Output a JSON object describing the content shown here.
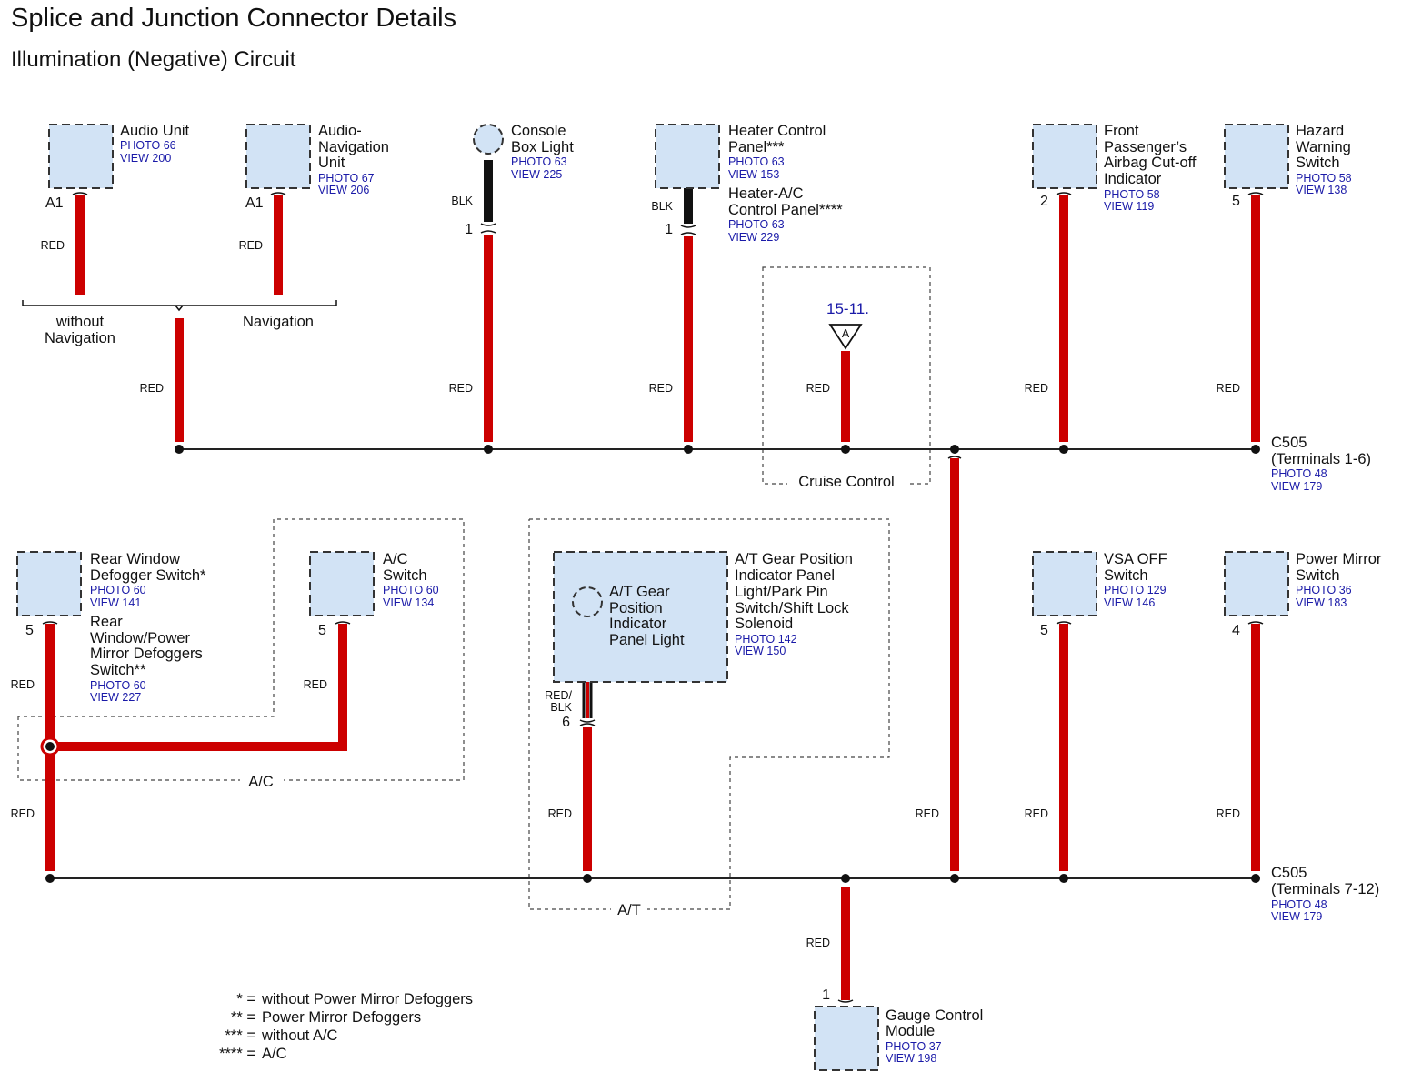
{
  "title": "Splice and Junction Connector Details",
  "subtitle": "Illumination (Negative) Circuit",
  "wire_labels": {
    "red": "RED",
    "blk": "BLK",
    "red_blk_1": "RED/",
    "red_blk_2": "BLK"
  },
  "components": {
    "audio_unit": {
      "name": [
        "Audio Unit"
      ],
      "photo": "PHOTO 66",
      "view": "VIEW 200",
      "pin": "A1"
    },
    "audio_nav_unit": {
      "name": [
        "Audio-",
        "Navigation",
        "Unit"
      ],
      "photo": "PHOTO 67",
      "view": "VIEW 206",
      "pin": "A1"
    },
    "console_box_light": {
      "name": [
        "Console",
        "Box Light"
      ],
      "photo": "PHOTO 63",
      "view": "VIEW 225",
      "pin": "1"
    },
    "heater_control_panel": {
      "name": [
        "Heater Control",
        "Panel***"
      ],
      "photo": "PHOTO 63",
      "view": "VIEW 153",
      "pin": "1"
    },
    "heater_ac_control_panel": {
      "name": [
        "Heater-A/C",
        "Control Panel****"
      ],
      "photo": "PHOTO 63",
      "view": "VIEW 229"
    },
    "front_passenger_airbag": {
      "name": [
        "Front",
        "Passenger’s",
        "Airbag Cut-off",
        "Indicator"
      ],
      "photo": "PHOTO 58",
      "view": "VIEW 119",
      "pin": "2"
    },
    "hazard_warning_switch": {
      "name": [
        "Hazard",
        "Warning",
        "Switch"
      ],
      "photo": "PHOTO 58",
      "view": "VIEW 138",
      "pin": "5"
    },
    "rear_window_defogger": {
      "name": [
        "Rear Window",
        "Defogger Switch*"
      ],
      "photo": "PHOTO 60",
      "view": "VIEW 141",
      "pin": "5"
    },
    "rear_window_power_mirror": {
      "name": [
        "Rear",
        "Window/Power",
        "Mirror Defoggers",
        "Switch**"
      ],
      "photo": "PHOTO 60",
      "view": "VIEW 227"
    },
    "ac_switch": {
      "name": [
        "A/C",
        "Switch"
      ],
      "photo": "PHOTO 60",
      "view": "VIEW 134",
      "pin": "5"
    },
    "at_gear_panel": {
      "name": [
        "A/T Gear Position",
        "Indicator Panel",
        "Light/Park Pin",
        "Switch/Shift Lock",
        "Solenoid"
      ],
      "photo": "PHOTO 142",
      "view": "VIEW 150",
      "pin": "6"
    },
    "at_gear_light": {
      "name": [
        "A/T Gear",
        "Position",
        "Indicator",
        "Panel Light"
      ]
    },
    "vsa_off_switch": {
      "name": [
        "VSA OFF",
        "Switch"
      ],
      "photo": "PHOTO 129",
      "view": "VIEW 146",
      "pin": "5"
    },
    "power_mirror_switch": {
      "name": [
        "Power Mirror",
        "Switch"
      ],
      "photo": "PHOTO 36",
      "view": "VIEW 183",
      "pin": "4"
    },
    "gauge_control_module": {
      "name": [
        "Gauge Control",
        "Module"
      ],
      "photo": "PHOTO 37",
      "view": "VIEW 198",
      "pin": "1"
    }
  },
  "connectors": {
    "c505_top": {
      "name": [
        "C505",
        "(Terminals 1-6)"
      ],
      "photo": "PHOTO 48",
      "view": "VIEW 179"
    },
    "c505_bottom": {
      "name": [
        "C505",
        "(Terminals 7-12)"
      ],
      "photo": "PHOTO 48",
      "view": "VIEW 179"
    }
  },
  "options": {
    "without_navigation": [
      "without",
      "Navigation"
    ],
    "navigation": [
      "Navigation"
    ]
  },
  "groups": {
    "cruise_control": "Cruise Control",
    "ac": "A/C",
    "at": "A/T"
  },
  "cross_ref": {
    "page": "15-11.",
    "letter": "A"
  },
  "notes": [
    {
      "mark": "* =",
      "text": "without Power Mirror Defoggers"
    },
    {
      "mark": "** =",
      "text": "Power Mirror Defoggers"
    },
    {
      "mark": "*** =",
      "text": "without A/C"
    },
    {
      "mark": "**** =",
      "text": "A/C"
    }
  ],
  "colors": {
    "wire_red": "#cc0000",
    "wire_black": "#111111",
    "component_fill": "#d2e3f5",
    "reference_text": "#1a1aa8"
  }
}
